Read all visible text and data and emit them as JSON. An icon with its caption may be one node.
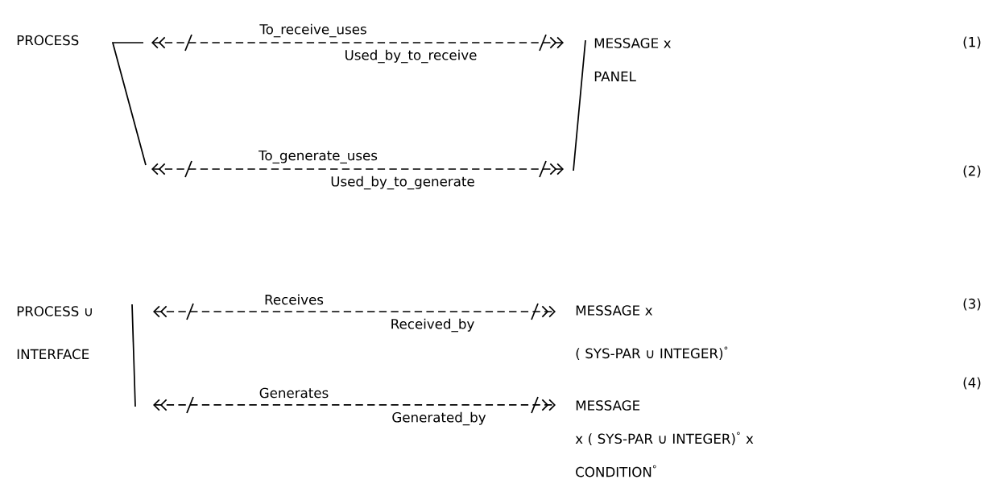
{
  "diagram": {
    "nodes": [
      {
        "text": [
          "PROCESS"
        ]
      },
      {
        "text": [
          "MESSAGE x PANEL"
        ]
      },
      {
        "text": [
          "PROCESS ∪ INTERFACE"
        ]
      },
      {
        "text": [
          "MESSAGE x ( SYS-PAR ∪ INTEGER)$^{°}$"
        ]
      },
      {
        "text": [
          "MESSAGE x ( SYS-PAR ∪ INTEGER)$^{°}$ x CONDITION$^{°}$"
        ]
      }
    ],
    "edges": [
      {
        "from": 0,
        "to": 1,
        "arrow": "both",
        "style": "dashed",
        "label": "To_receive_uses"
      },
      {
        "from": 0,
        "to": 1,
        "arrow": "both",
        "style": "dashed",
        "label": "To_generate_uses"
      },
      {
        "from": 2,
        "to": 3,
        "arrow": "both",
        "style": "dashed",
        "label": "Receives"
      },
      {
        "from": 2,
        "to": 4,
        "arrow": "both",
        "style": "dashed",
        "label": "Generates"
      }
    ],
    "labels": [
      "(1)",
      "Used_by_to_receive",
      "(2)",
      "Used_by_to_generate",
      "(3)",
      "Received_by",
      "(4)",
      "Generated_by"
    ]
  }
}
